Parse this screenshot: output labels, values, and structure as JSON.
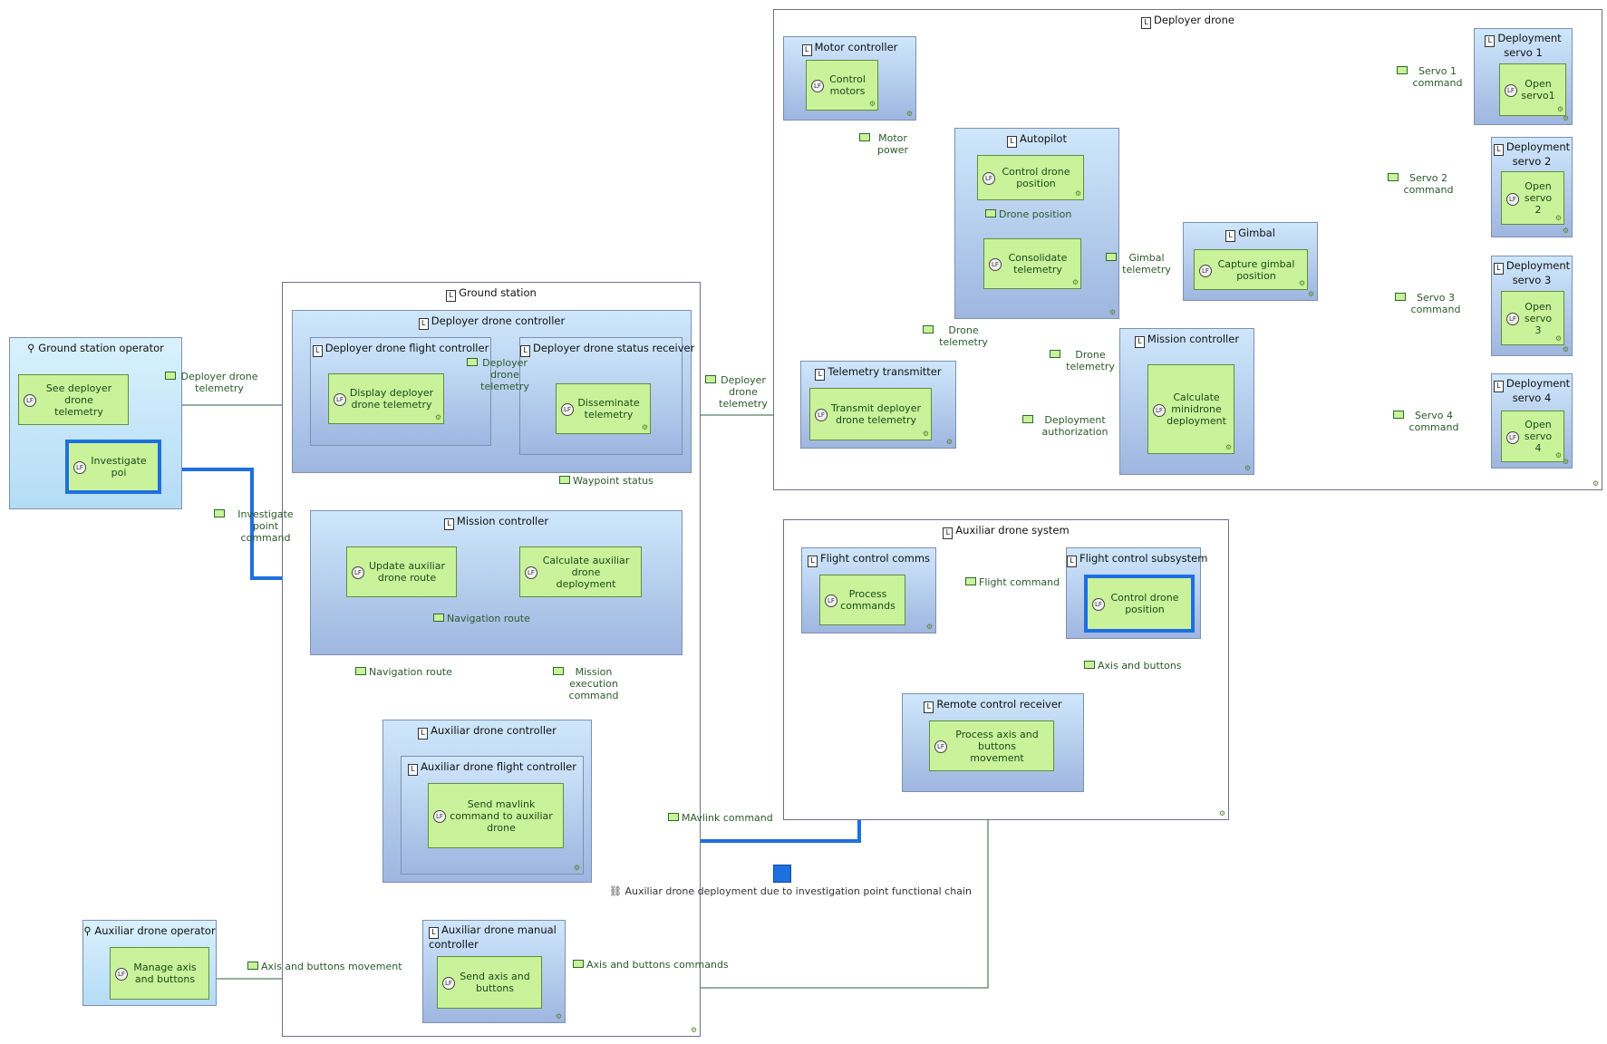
{
  "colors": {
    "function_fill": "#c9f29a",
    "component_fill": "#b8d3f0",
    "actor_fill": "#c8e8fa",
    "highlight": "#1e6fe0",
    "exchange_line": "#2e5e3e"
  },
  "frames": {
    "deployer_drone": "Deployer drone",
    "ground_station": "Ground station",
    "auxiliar_drone_system": "Auxiliar drone system"
  },
  "components": {
    "motor_controller": "Motor controller",
    "autopilot": "Autopilot",
    "gimbal": "Gimbal",
    "mission_controller_dd": "Mission controller",
    "telemetry_transmitter": "Telemetry transmitter",
    "deployment_servo_1": "Deployment servo 1",
    "deployment_servo_2": "Deployment servo 2",
    "deployment_servo_3": "Deployment servo 3",
    "deployment_servo_4": "Deployment servo 4",
    "deployer_drone_controller": "Deployer drone controller",
    "deployer_drone_flight_controller": "Deployer drone flight controller",
    "deployer_drone_status_receiver": "Deployer drone status receiver",
    "mission_controller_gs": "Mission controller",
    "auxiliar_drone_controller": "Auxiliar drone controller",
    "auxiliar_drone_flight_controller": "Auxiliar drone flight controller",
    "auxiliar_drone_manual_controller": "Auxiliar drone manual controller",
    "flight_control_comms": "Flight control comms",
    "flight_control_subsystem": "Flight control subsystem",
    "remote_control_receiver": "Remote control receiver"
  },
  "actors": {
    "ground_station_operator": "Ground station operator",
    "auxiliar_drone_operator": "Auxiliar drone operator"
  },
  "functions": {
    "control_motors": "Control motors",
    "control_drone_position_ap": "Control drone position",
    "consolidate_telemetry": "Consolidate telemetry",
    "capture_gimbal_position": "Capture gimbal position",
    "transmit_deployer_drone_telemetry": "Transmit deployer drone telemetry",
    "calculate_minidrone_deployment": "Calculate minidrone deployment",
    "open_servo1": "Open servo1",
    "open_servo2": "Open servo 2",
    "open_servo3": "Open servo 3",
    "open_servo4": "Open servo 4",
    "see_deployer_drone_telemetry": "See deployer drone telemetry",
    "investigate_point": "Investigate poi",
    "display_deployer_drone_telemetry": "Display deployer drone telemetry",
    "disseminate_telemetry": "Disseminate telemetry",
    "update_auxiliar_drone_route": "Update auxiliar drone route",
    "calculate_auxiliar_drone_deployment": "Calculate auxiliar drone deployment",
    "send_mavlink_command": "Send mavlink command to auxiliar drone",
    "process_commands": "Process commands",
    "control_drone_position_fcs": "Control drone position",
    "process_axis_and_buttons_movement": "Process axis and buttons movement",
    "manage_axis_and_buttons": "Manage axis and buttons",
    "send_axis_and_buttons": "Send axis and buttons"
  },
  "exchanges": {
    "motor_power": "Motor power",
    "drone_position": "Drone position",
    "gimbal_telemetry": "Gimbal telemetry",
    "drone_telemetry_1": "Drone telemetry",
    "drone_telemetry_2": "Drone telemetry",
    "deployment_authorization": "Deployment authorization",
    "servo_1_command": "Servo 1 command",
    "servo_2_command": "Servo 2 command",
    "servo_3_command": "Servo 3 command",
    "servo_4_command": "Servo 4 command",
    "deployer_drone_telemetry_op": "Deployer drone telemetry",
    "deployer_drone_telemetry_inner": "Deployer drone telemetry",
    "deployer_drone_telemetry_link": "Deployer drone telemetry",
    "waypoint_status": "Waypoint status",
    "investigate_point_command": "Investigate point command",
    "navigation_route_inner": "Navigation route",
    "navigation_route": "Navigation route",
    "mission_execution_command": "Mission execution command",
    "mavlink_command": "MAvlink command",
    "flight_command": "Flight command",
    "axis_and_buttons": "Axis and buttons",
    "axis_and_buttons_movement": "Axis and buttons movement",
    "axis_and_buttons_commands": "Axis and buttons commands"
  },
  "functional_chain": "Auxiliar drone deployment due to investigation point functional chain"
}
